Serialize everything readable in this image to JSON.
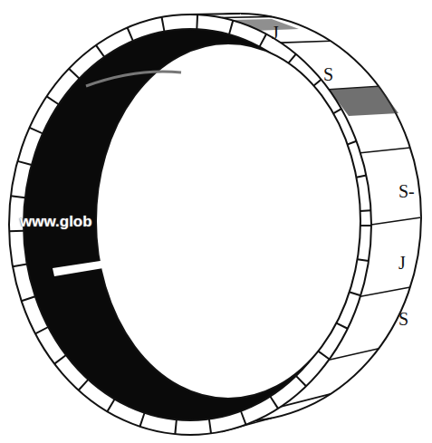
{
  "diagram": {
    "labels": [
      "J",
      "S",
      "S-",
      "J",
      "S",
      "www.glob"
    ]
  }
}
